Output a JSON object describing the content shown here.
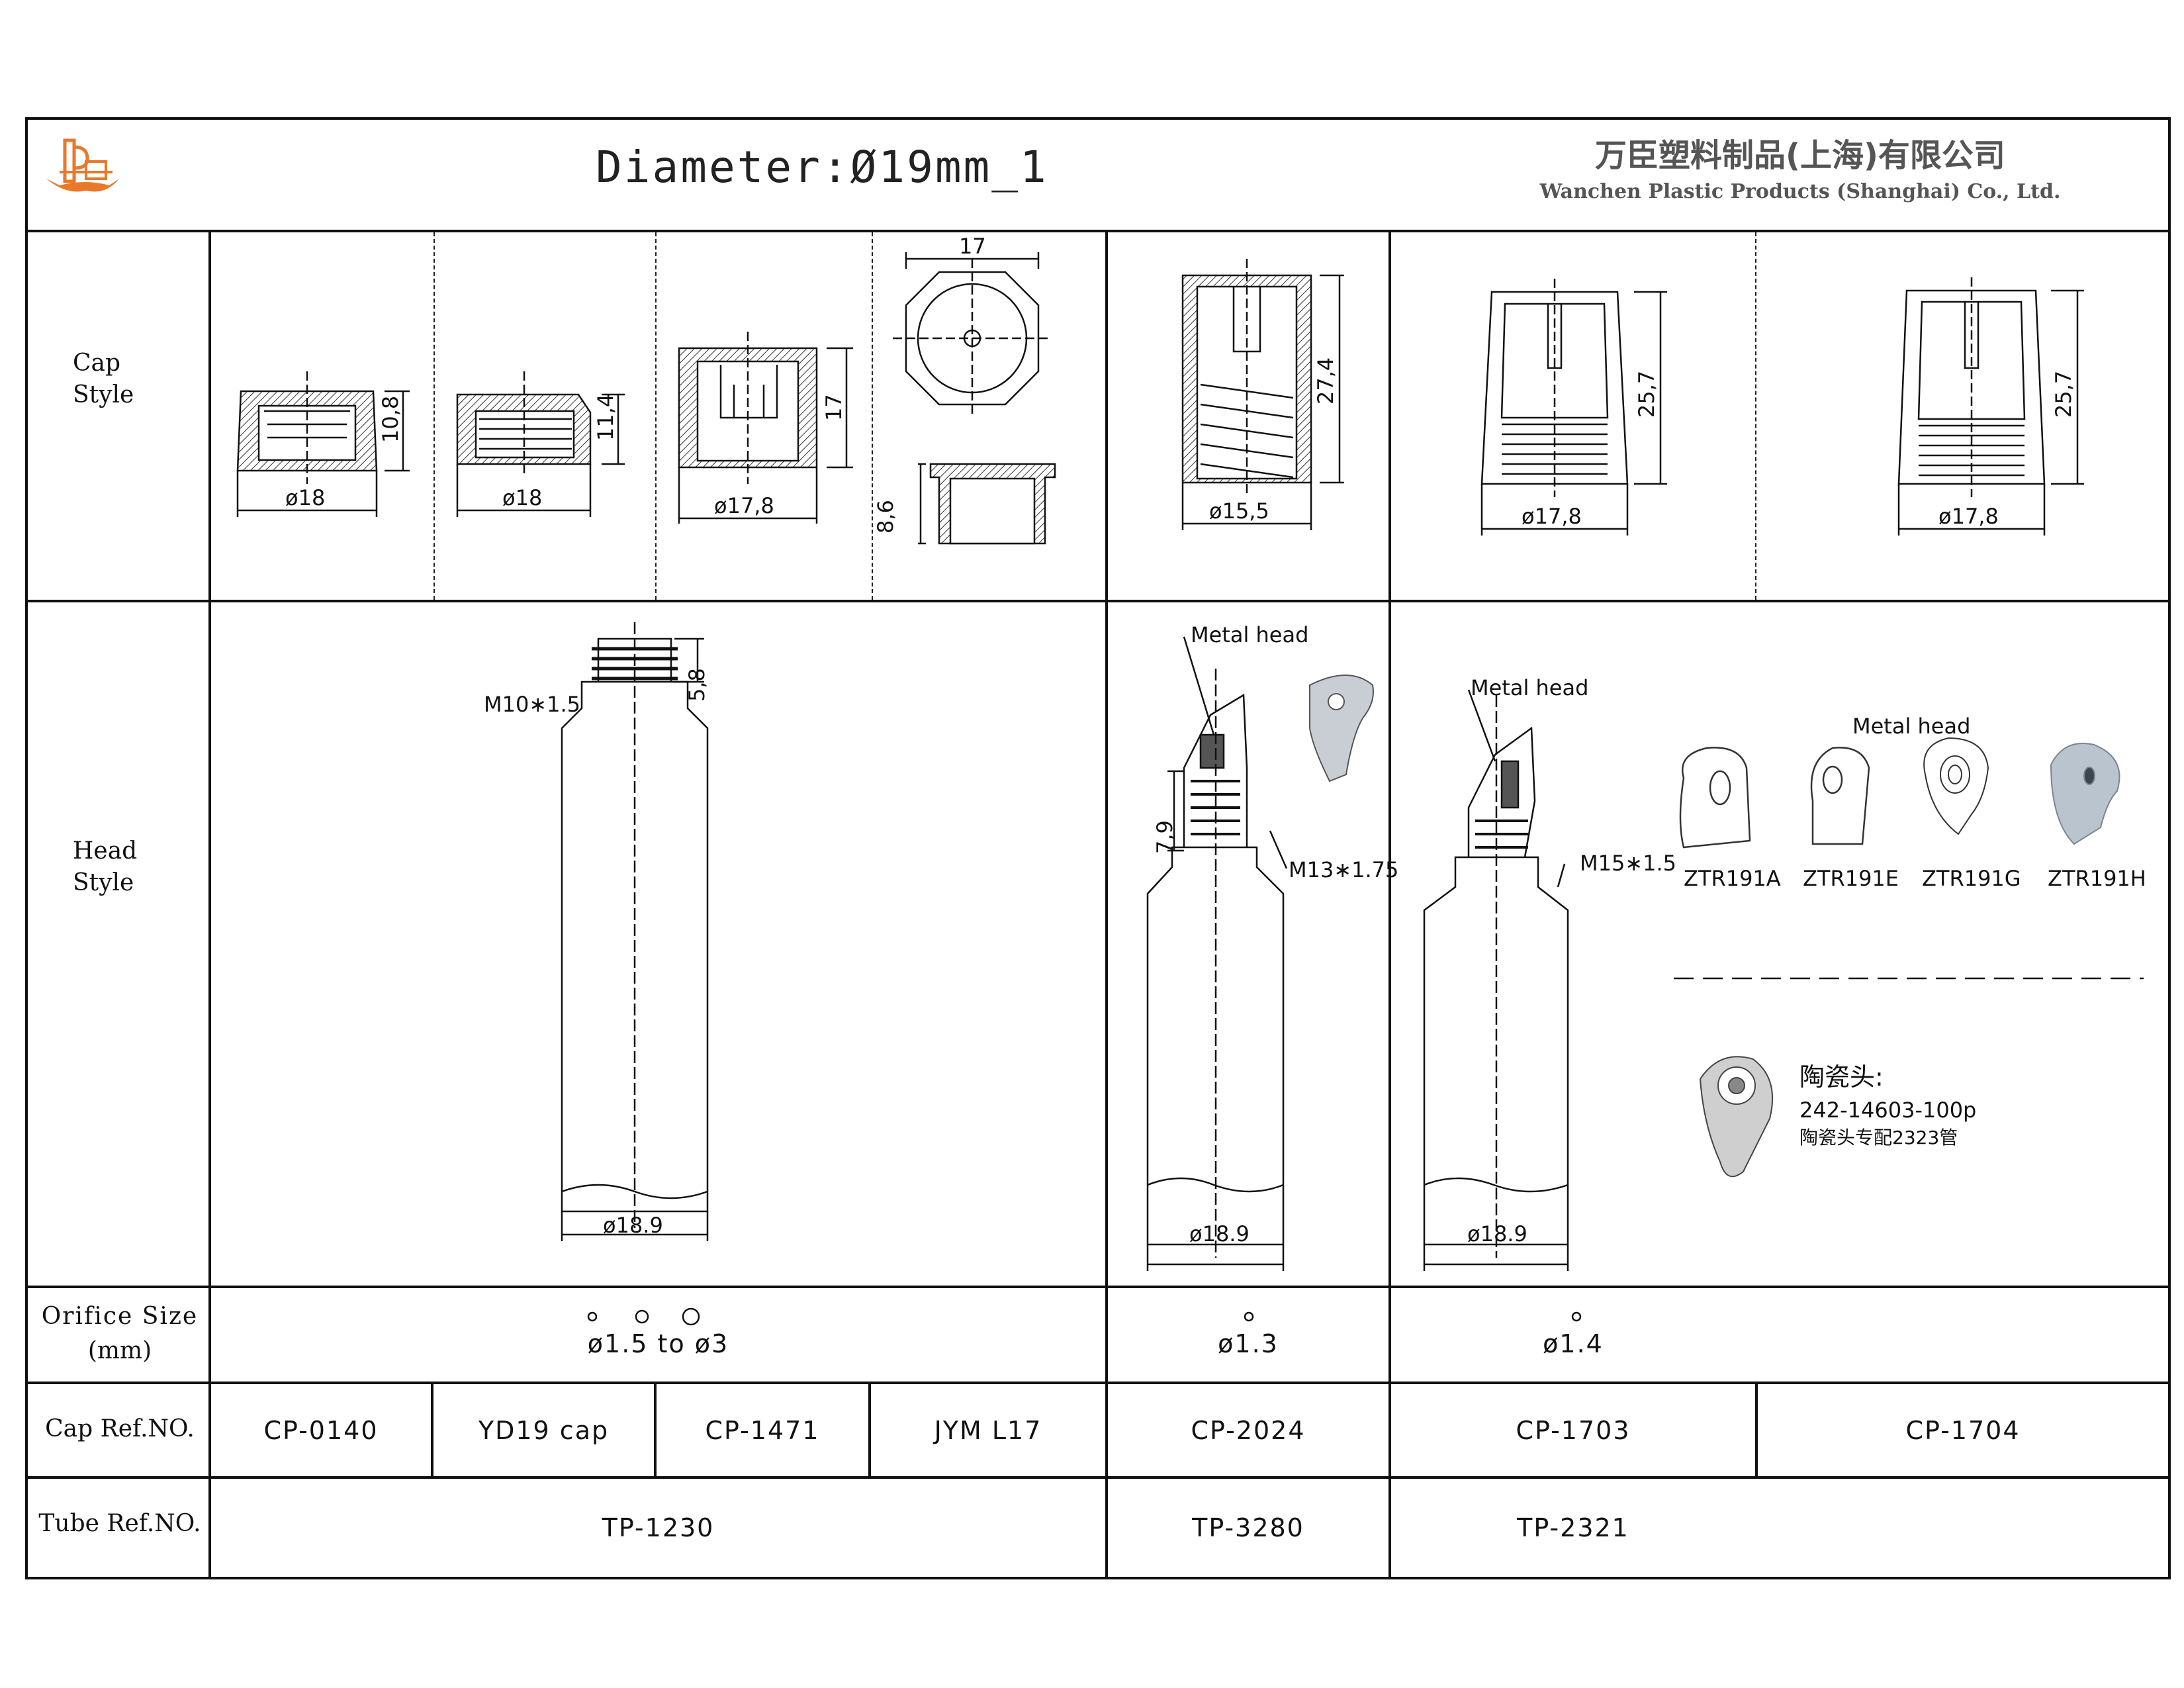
{
  "header": {
    "title": "Diameter:Ø19mm_1",
    "company_cn": "万臣塑料制品(上海)有限公司",
    "company_en": "Wanchen Plastic Products (Shanghai) Co., Ltd."
  },
  "row_labels": {
    "cap_style": "Cap\nStyle",
    "head_style": "Head\nStyle",
    "orifice_size": "Orifice Size",
    "orifice_unit": "(mm)",
    "cap_ref": "Cap Ref.NO.",
    "tube_ref": "Tube Ref.NO."
  },
  "cap_dims": {
    "c1_d": "ø18",
    "c1_h": "10,8",
    "c2_d": "ø18",
    "c2_h": "11,4",
    "c3_d": "ø17,8",
    "c3_h": "17",
    "c4_w": "17",
    "c4_h": "8,6",
    "c5_d": "ø15,5",
    "c5_h": "27,4",
    "c6_d": "ø17,8",
    "c6_h": "25,7",
    "c7_d": "ø17,8",
    "c7_h": "25,7"
  },
  "head_labels": {
    "thread1": "M10∗1.5",
    "neck1": "5,8",
    "dia1": "ø18.9",
    "metal_head": "Metal head",
    "thread2": "M13∗1.75",
    "neck2": "7,9",
    "dia2": "ø18.9",
    "thread3": "M15∗1.5",
    "dia3": "ø18.9",
    "metal_head_group": "Metal head",
    "variants": [
      "ZTR191A",
      "ZTR191E",
      "ZTR191G",
      "ZTR191H"
    ],
    "ceramic_title": "陶瓷头:",
    "ceramic_code": "242-14603-100p",
    "ceramic_note": "陶瓷头专配2323管"
  },
  "orifice": {
    "group1": "ø1.5 to ø3",
    "group2": "ø1.3",
    "group3": "ø1.4"
  },
  "cap_refs": [
    "CP-0140",
    "YD19 cap",
    "CP-1471",
    "JYM L17",
    "CP-2024",
    "CP-1703",
    "CP-1704"
  ],
  "tube_refs": [
    "TP-1230",
    "TP-3280",
    "TP-2321"
  ],
  "colors": {
    "logo_orange": "#e8792a",
    "line": "#111111",
    "render_grey": "#c9ced4"
  }
}
